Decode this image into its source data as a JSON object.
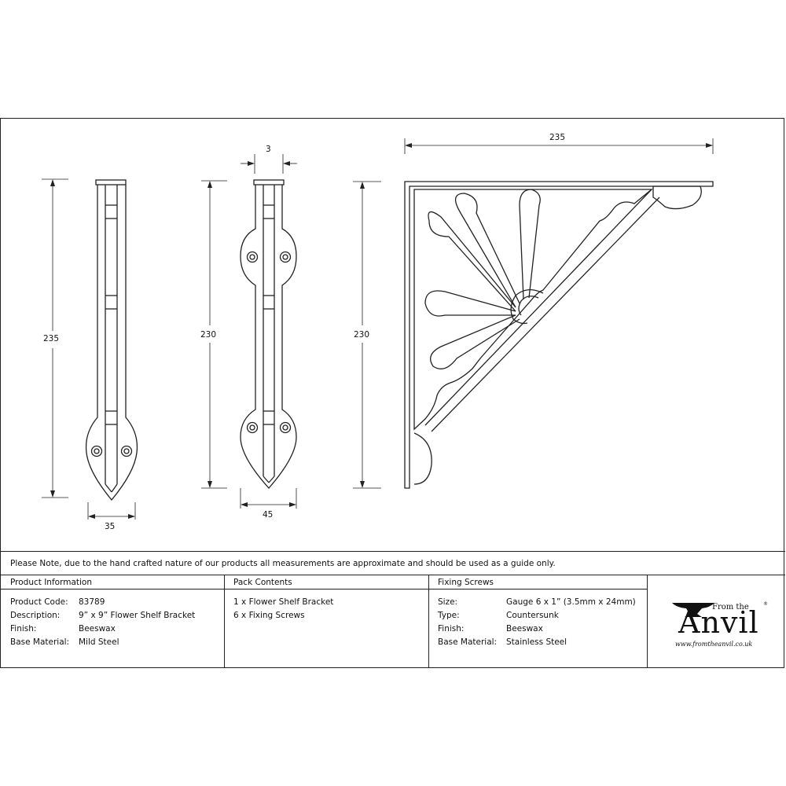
{
  "dimensions": {
    "side_height": "235",
    "side_width": "35",
    "front_height": "230",
    "front_width": "45",
    "thickness": "3",
    "bracket_width": "235",
    "bracket_height": "230"
  },
  "note": "Please Note, due to the hand crafted nature of our products all measurements are approximate and should be used as a guide only.",
  "product_information": {
    "heading": "Product Information",
    "rows": [
      {
        "label": "Product Code:",
        "value": "83789"
      },
      {
        "label": "Description:",
        "value": "9” x 9” Flower Shelf Bracket"
      },
      {
        "label": "Finish:",
        "value": "Beeswax"
      },
      {
        "label": "Base Material:",
        "value": "Mild Steel"
      }
    ]
  },
  "pack_contents": {
    "heading": "Pack Contents",
    "items": [
      "1 x Flower Shelf Bracket",
      "6 x Fixing Screws"
    ]
  },
  "fixing_screws": {
    "heading": "Fixing Screws",
    "rows": [
      {
        "label": "Size:",
        "value": "Gauge 6 x 1” (3.5mm x 24mm)"
      },
      {
        "label": "Type:",
        "value": "Countersunk"
      },
      {
        "label": "Finish:",
        "value": "Beeswax"
      },
      {
        "label": "Base Material:",
        "value": "Stainless Steel"
      }
    ]
  },
  "logo": {
    "from": "From the",
    "brand": "Anvil",
    "url": "www.fromtheanvil.co.uk",
    "reg": "®"
  },
  "colors": {
    "line": "#222222",
    "background": "#ffffff"
  }
}
